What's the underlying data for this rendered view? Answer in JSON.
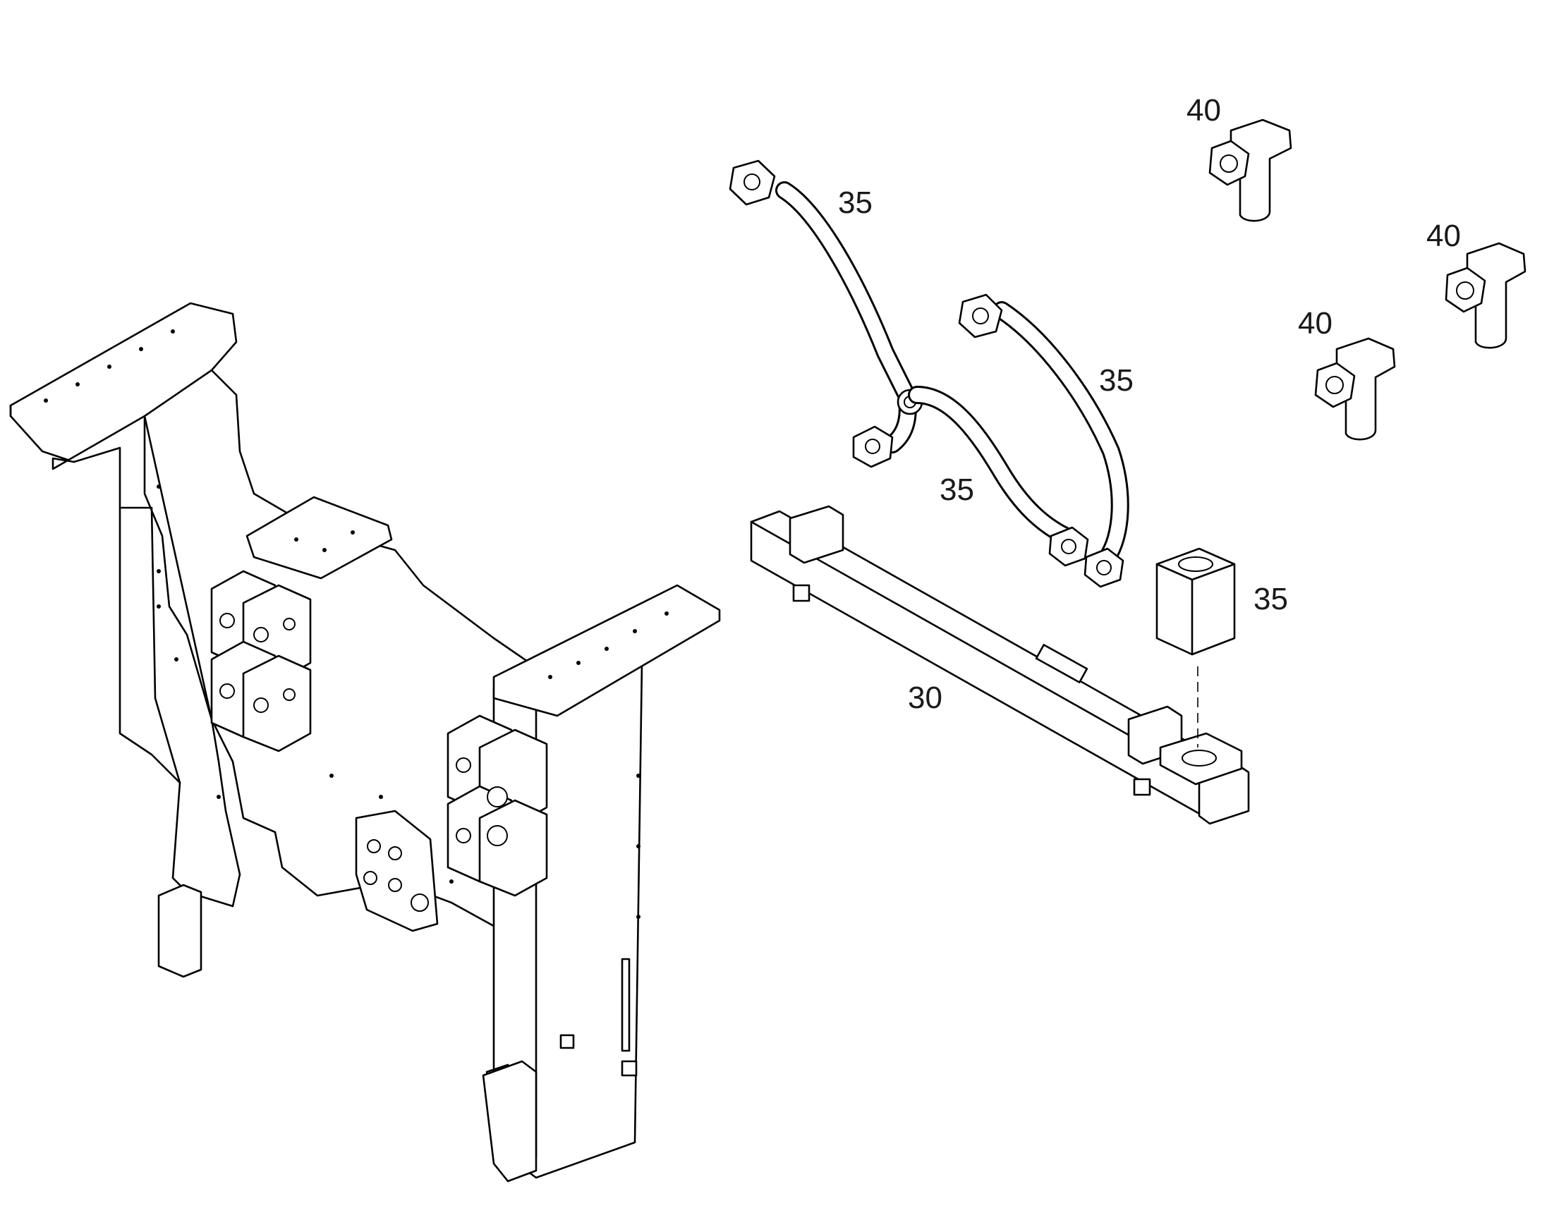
{
  "callouts": {
    "filter_top": "40",
    "filter_right": "40",
    "filter_middle": "40",
    "hose_upper": "35",
    "hose_right": "35",
    "hose_lower": "35",
    "block": "35",
    "crossmember": "30"
  },
  "colors": {
    "line": "#000000",
    "background": "#ffffff"
  }
}
